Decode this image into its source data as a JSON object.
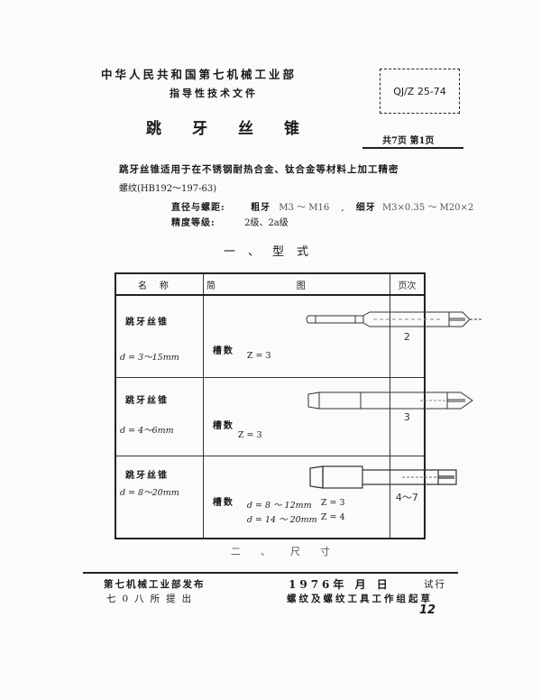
{
  "header": {
    "org_line1": "中华人民共和国第七机械工业部",
    "org_line2": "指导性技术文件",
    "title": "跳牙丝锥",
    "doc_number": "QJ/Z 25-74",
    "page_info": "共7页 第1页"
  },
  "intro": {
    "line1": "跳牙丝锥适用于在不锈钢耐热合金、钛合金等材料上加工精密",
    "line2": "螺纹(HB192～197-63)",
    "diameter_label": "直径与螺距:",
    "coarse_label": "粗牙",
    "coarse_range": "M3 ～ M16",
    "fine_label": "细牙",
    "fine_range": "M3×0.35 ～ M20×2",
    "grade_label": "精度等级:",
    "grade_value": "2级、2a级"
  },
  "section1": {
    "title": "一、型式"
  },
  "table": {
    "headers": {
      "name": "名称",
      "figure": "简图",
      "page": "页次"
    },
    "rows": [
      {
        "name": "跳牙丝锥",
        "dim": "d = 3～15mm",
        "flute_label": "槽数",
        "flutes": "Z = 3",
        "page": "2"
      },
      {
        "name": "跳牙丝锥",
        "dim": "d = 4～6mm",
        "flute_label": "槽数",
        "flutes": "Z = 3",
        "page": "3"
      },
      {
        "name": "跳牙丝锥",
        "dim": "d = 8～20mm",
        "flute_label": "槽数",
        "flutes_a_dim": "d = 8 ～ 12mm",
        "flutes_a": "Z = 3",
        "flutes_b_dim": "d = 14 ～ 20mm",
        "flutes_b": "Z = 4",
        "page": "4～7"
      }
    ]
  },
  "section2": {
    "title": "二、尺寸"
  },
  "footer": {
    "issuer": "第七机械工业部发布",
    "proposer": "七0八所提出",
    "date": "1976年 月 日",
    "status": "试行",
    "drafter": "螺纹及螺纹工具工作组起草",
    "page_number": "12"
  }
}
